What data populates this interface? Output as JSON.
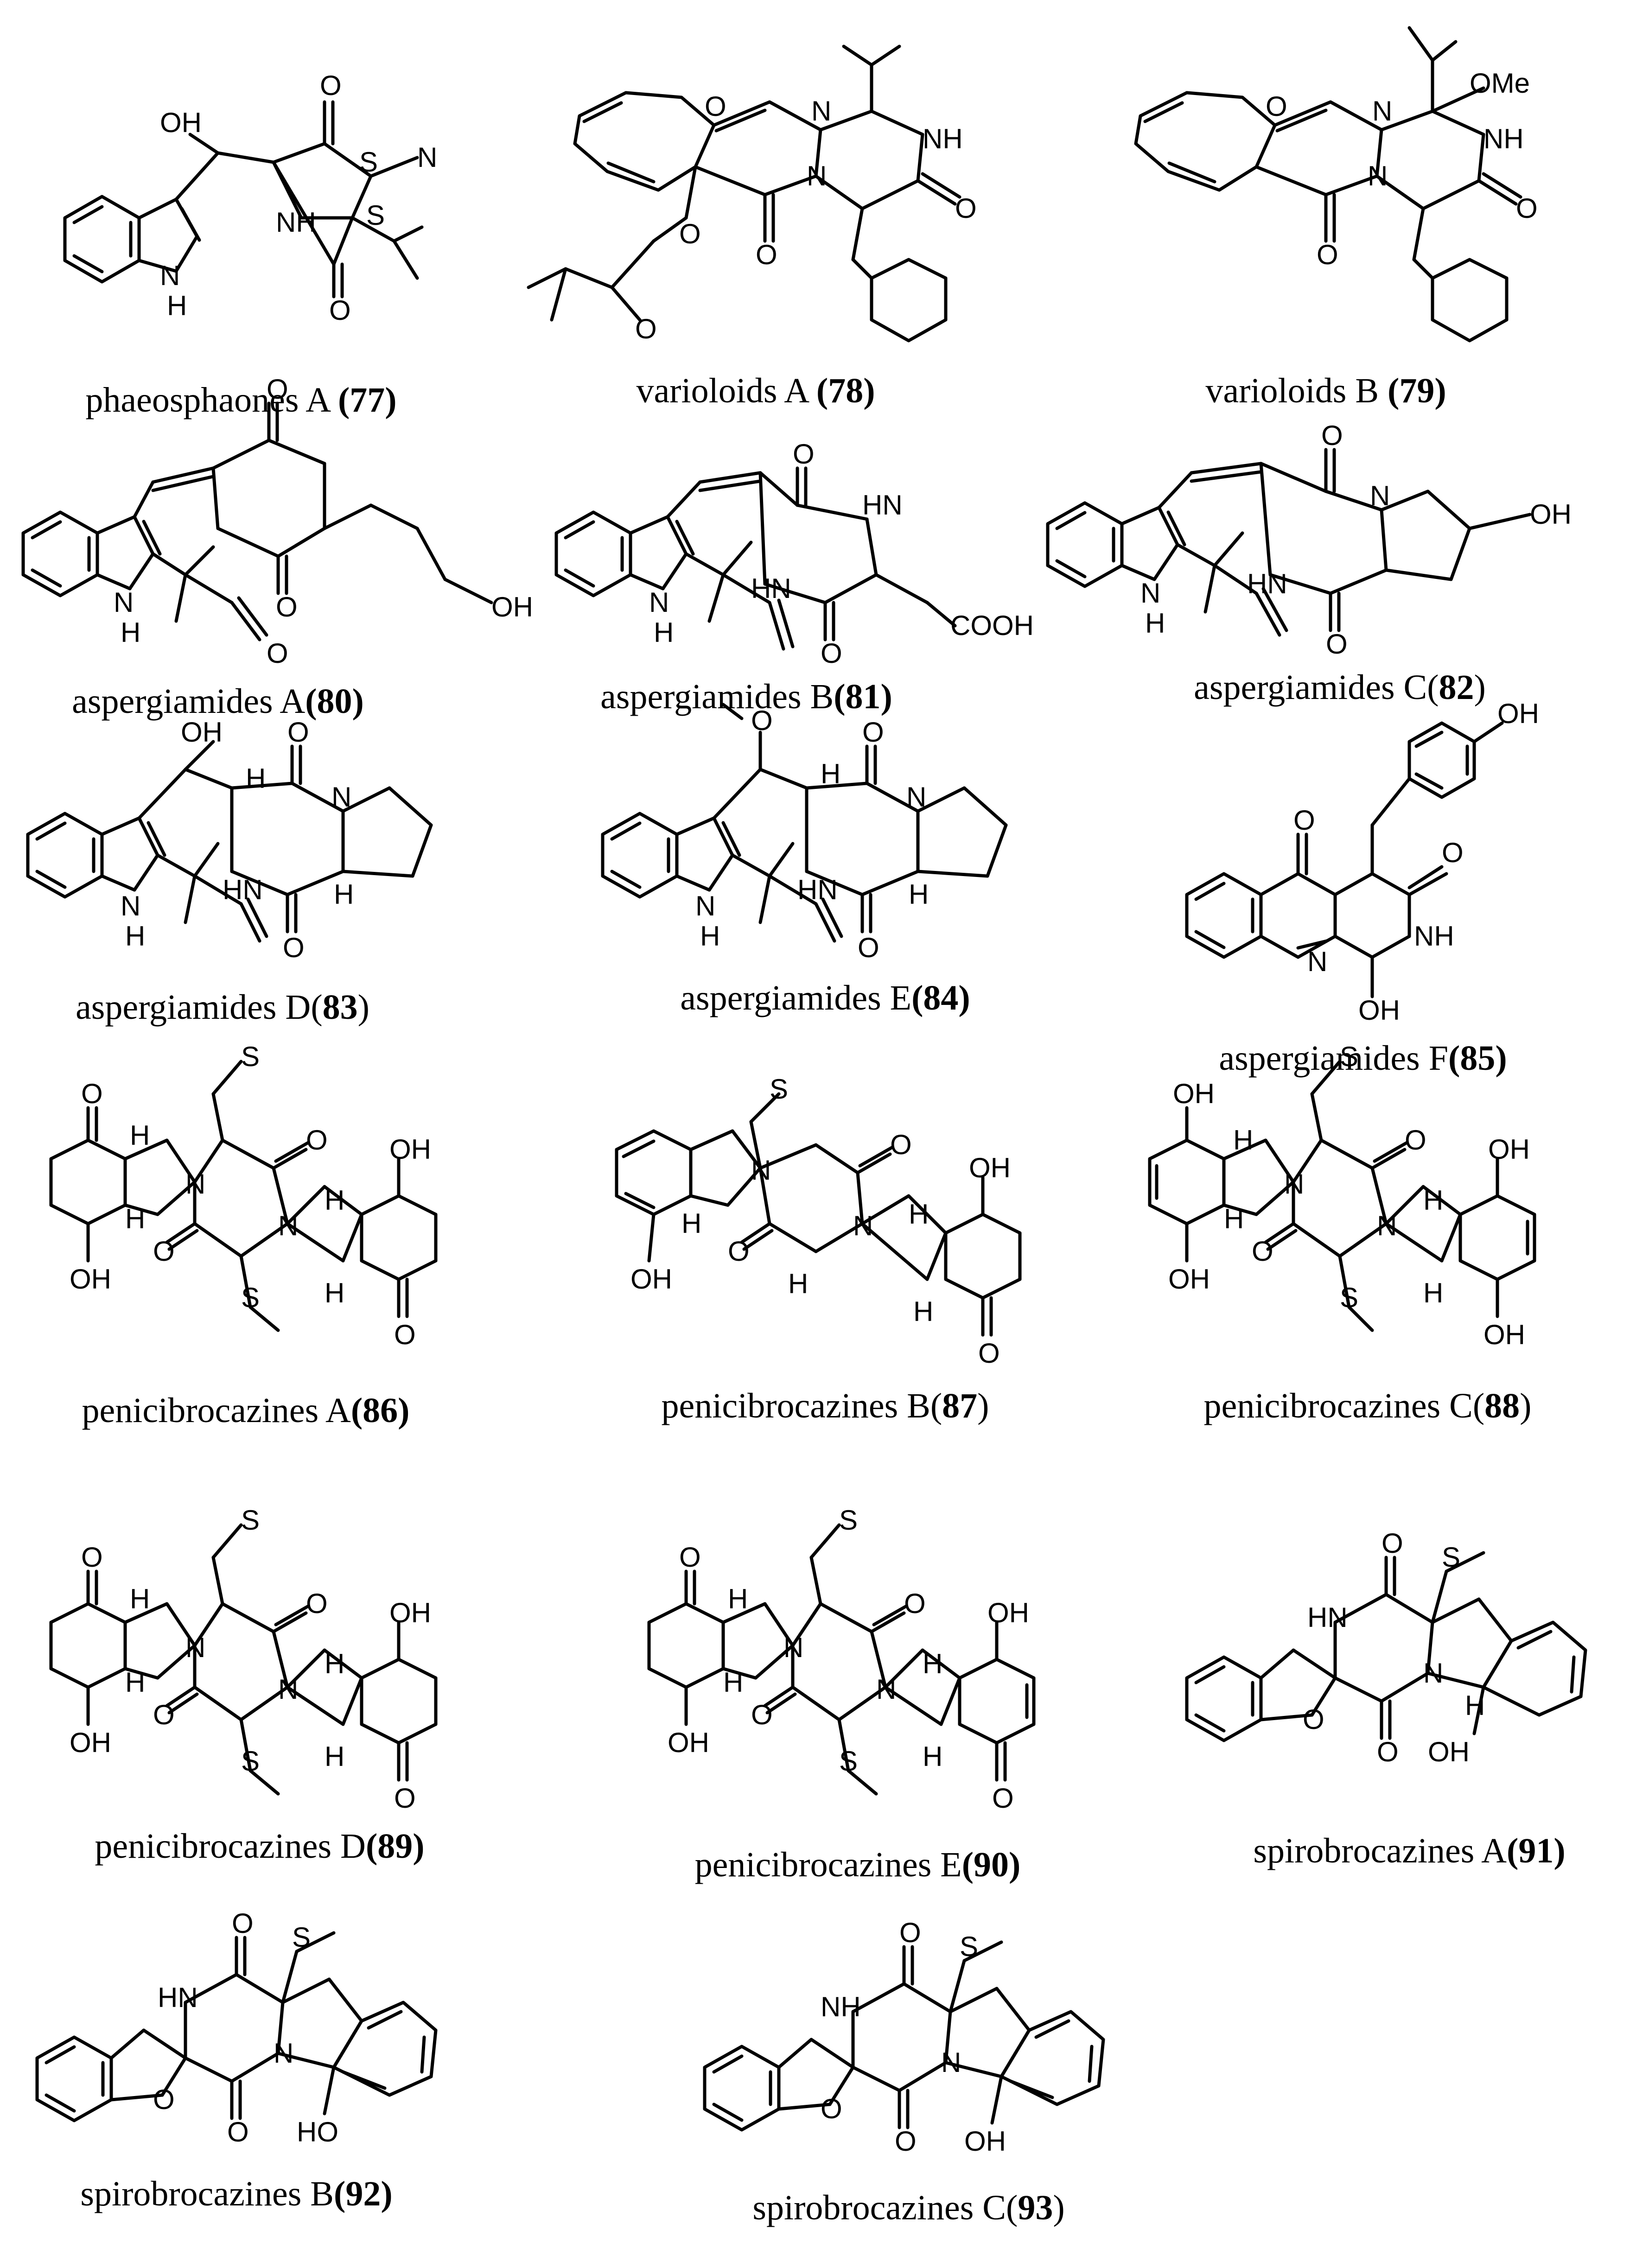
{
  "figure": {
    "compounds": [
      {
        "id": "c77",
        "name": "phaeosphaones A ",
        "num": "77",
        "paren_open": " (",
        "paren_close": ")",
        "bold_parens": true
      },
      {
        "id": "c78",
        "name": "varioloids A ",
        "num": "78",
        "paren_open": "(",
        "paren_close": ")",
        "bold_parens": true
      },
      {
        "id": "c79",
        "name": "varioloids B ",
        "num": "79",
        "paren_open": "(",
        "paren_close": ")",
        "bold_parens": true
      },
      {
        "id": "c80",
        "name": "aspergiamides A",
        "num": "80",
        "paren_open": "(",
        "paren_close": ")",
        "bold_parens": true
      },
      {
        "id": "c81",
        "name": "aspergiamides B",
        "num": "81",
        "paren_open": "(",
        "paren_close": ")",
        "bold_parens": true
      },
      {
        "id": "c82",
        "name": "aspergiamides C",
        "num": "82",
        "paren_open": "(",
        "paren_close": ")",
        "bold_parens": false
      },
      {
        "id": "c83",
        "name": "aspergiamides D",
        "num": "83",
        "paren_open": "(",
        "paren_close": ")",
        "bold_parens": false
      },
      {
        "id": "c84",
        "name": "aspergiamides E",
        "num": "84",
        "paren_open": "(",
        "paren_close": ")",
        "bold_parens": true
      },
      {
        "id": "c85",
        "name": "aspergiamides F",
        "num": "85",
        "paren_open": "(",
        "paren_close": ")",
        "bold_parens": true
      },
      {
        "id": "c86",
        "name": "penicibrocazines A",
        "num": "86",
        "paren_open": "(",
        "paren_close": ")",
        "bold_parens": true
      },
      {
        "id": "c87",
        "name": "penicibrocazines B",
        "num": "87",
        "paren_open": "(",
        "paren_close": ")",
        "bold_parens": false
      },
      {
        "id": "c88",
        "name": "penicibrocazines C",
        "num": "88",
        "paren_open": "(",
        "paren_close": ")",
        "bold_parens": false
      },
      {
        "id": "c89",
        "name": "penicibrocazines D",
        "num": "89",
        "paren_open": "(",
        "paren_close": ")",
        "bold_parens": true
      },
      {
        "id": "c90",
        "name": "penicibrocazines E",
        "num": "90",
        "paren_open": "(",
        "paren_close": ")",
        "bold_parens": true
      },
      {
        "id": "c91",
        "name": "spirobrocazines A",
        "num": "91",
        "paren_open": "(",
        "paren_close": ")",
        "bold_parens": true
      },
      {
        "id": "c92",
        "name": "spirobrocazines B",
        "num": "92",
        "paren_open": "(",
        "paren_close": ")",
        "bold_parens": true
      },
      {
        "id": "c93",
        "name": "spirobrocazines C",
        "num": "93",
        "paren_open": "(",
        "paren_close": ")",
        "bold_parens": false
      }
    ],
    "atom_labels": {
      "OH": "OH",
      "O": "O",
      "N": "N",
      "NH": "NH",
      "HN": "HN",
      "S": "S",
      "H": "H",
      "OMe": "OMe",
      "COOH": "COOH"
    }
  }
}
